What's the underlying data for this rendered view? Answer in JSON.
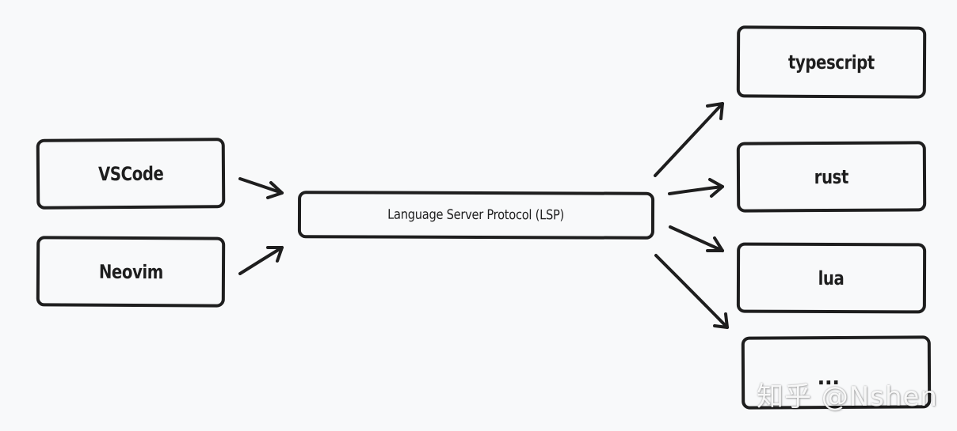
{
  "diagram": {
    "editors": [
      {
        "label": "VSCode"
      },
      {
        "label": "Neovim"
      }
    ],
    "protocol": {
      "label": "Language Server Protocol (LSP)"
    },
    "languages": [
      {
        "label": "typescript"
      },
      {
        "label": "rust"
      },
      {
        "label": "lua"
      },
      {
        "label": "..."
      }
    ]
  },
  "watermark": {
    "text": "知乎 @Nshen"
  },
  "colors": {
    "background": "#f8f9fa",
    "stroke": "#1e1e1e"
  }
}
